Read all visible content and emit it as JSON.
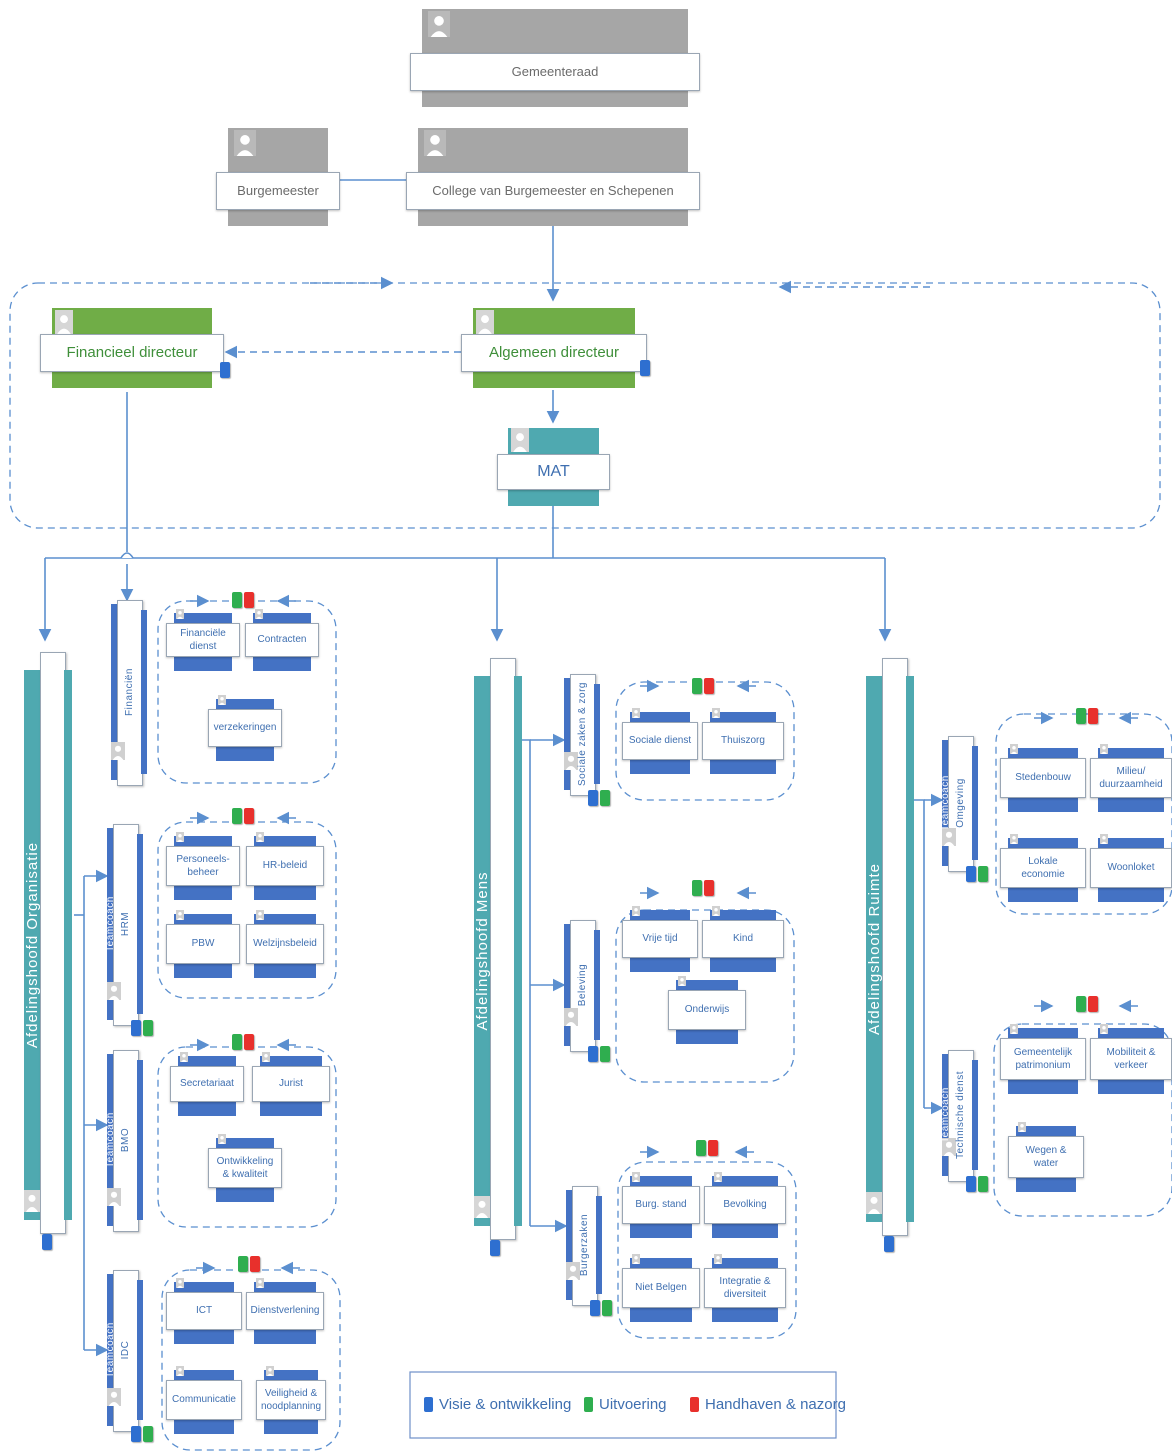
{
  "top": {
    "council": "Gemeenteraad",
    "mayor": "Burgemeester",
    "college": "College van Burgemeester en Schepenen"
  },
  "management": {
    "financial_director": "Financieel directeur",
    "general_director": "Algemeen directeur",
    "mat": "MAT"
  },
  "departments": {
    "organisatie": {
      "title": "Afdelingshoofd Organisatie",
      "teams": [
        {
          "label": "Financiën",
          "services": [
            "Financiële\ndienst",
            "Contracten",
            "verzekeringen"
          ]
        },
        {
          "label": "HRM",
          "coach": "Teamcoach",
          "services": [
            "Personeels-\nbeheer",
            "HR-beleid",
            "PBW",
            "Welzijnsbeleid"
          ]
        },
        {
          "label": "BMO",
          "coach": "Teamcoach",
          "services": [
            "Secretariaat",
            "Jurist",
            "Ontwikkeling\n& kwaliteit"
          ]
        },
        {
          "label": "IDC",
          "coach": "Teamcoach",
          "services": [
            "ICT",
            "Dienstverlening",
            "Communicatie",
            "Veiligheid &\nnoodplanning"
          ]
        }
      ]
    },
    "mens": {
      "title": "Afdelingshoofd Mens",
      "teams": [
        {
          "label": "Sociale zaken &\nzorg",
          "services": [
            "Sociale dienst",
            "Thuiszorg"
          ]
        },
        {
          "label": "Beleving",
          "services": [
            "Vrije tijd",
            "Kind",
            "Onderwijs"
          ]
        },
        {
          "label": "Burgerzaken",
          "services": [
            "Burg. stand",
            "Bevolking",
            "Niet Belgen",
            "Integratie &\ndiversiteit"
          ]
        }
      ]
    },
    "ruimte": {
      "title": "Afdelingshoofd Ruimte",
      "teams": [
        {
          "label": "Omgeving",
          "coach": "Teamcoach",
          "services": [
            "Stedenbouw",
            "Milieu/\nduurzaamheid",
            "Lokale\neconomie",
            "Woonloket"
          ]
        },
        {
          "label": "Technische dienst",
          "coach": "Teamcoach",
          "services": [
            "Gemeentelijk\npatrimonium",
            "Mobiliteit &\nverkeer",
            "Wegen &\nwater"
          ]
        }
      ]
    }
  },
  "legend": {
    "blue": "Visie & ontwikkeling",
    "green": "Uitvoering",
    "red": "Handhaven & nazorg"
  },
  "colors": {
    "blue": "#2e6fd0",
    "green": "#2fae4f",
    "red": "#e8302c",
    "service_blue": "#4472c4",
    "teal": "#4fa9b0",
    "olive_green": "#70ad47",
    "gray": "#a6a6a6",
    "line": "#5b8fcf"
  },
  "icons": [
    "person-avatar-icon",
    "arrow-right-icon",
    "arrow-left-icon"
  ]
}
